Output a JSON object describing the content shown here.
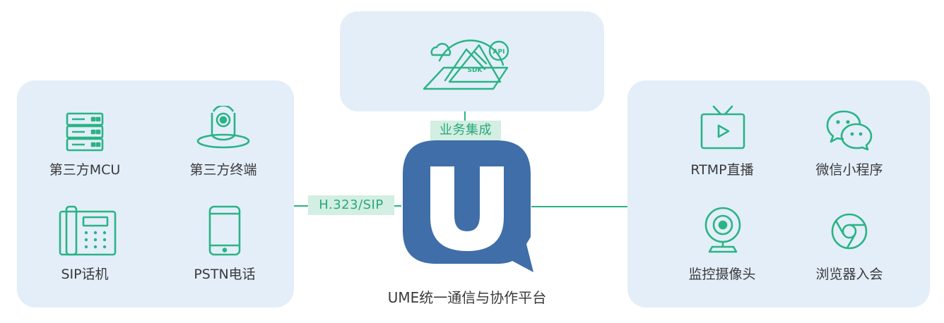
{
  "colors": {
    "accent": "#2bb384",
    "panel": "#e3eef9",
    "logo": "#3f6ea8",
    "tag_bg": "#d3eee2"
  },
  "top": {
    "sdk_text": "SDK",
    "api_text": "API",
    "tag": "业务集成"
  },
  "left": {
    "tag": "H.323/SIP",
    "items": [
      {
        "label": "第三方MCU",
        "icon": "server-rack-icon"
      },
      {
        "label": "第三方终端",
        "icon": "conference-camera-icon"
      },
      {
        "label": "SIP话机",
        "icon": "desk-phone-icon"
      },
      {
        "label": "PSTN电话",
        "icon": "mobile-phone-icon"
      }
    ]
  },
  "right": {
    "items": [
      {
        "label": "RTMP直播",
        "icon": "tv-play-icon"
      },
      {
        "label": "微信小程序",
        "icon": "wechat-icon"
      },
      {
        "label": "监控摄像头",
        "icon": "webcam-icon"
      },
      {
        "label": "浏览器入会",
        "icon": "browser-icon"
      }
    ]
  },
  "center": {
    "logo_letter": "U",
    "caption": "UME统一通信与协作平台"
  }
}
